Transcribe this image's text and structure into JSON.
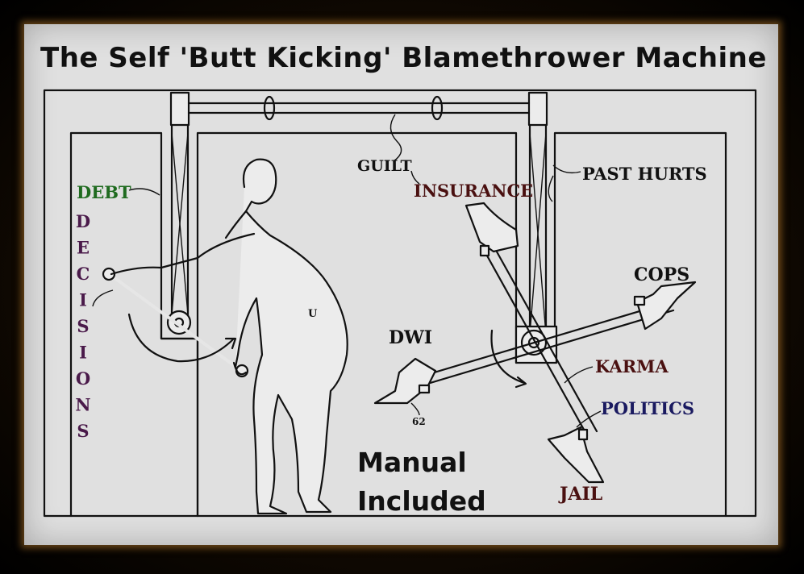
{
  "title": "The Self 'Butt Kicking' Blamethrower Machine",
  "labels": {
    "guilt": "GUILT",
    "insurance": "INSURANCE",
    "past_hurts": "PAST HURTS",
    "debt": "DEBT",
    "decisions": "DECISIONS",
    "cops": "COPS",
    "dwi": "DWI",
    "karma": "KARMA",
    "politics": "POLITICS",
    "jail": "JAIL",
    "ref_62": "62",
    "ref_u": "U"
  },
  "footer": {
    "line1": "Manual",
    "line2": "Included"
  },
  "colors": {
    "debt": "#1f6b1f",
    "decisions": "#4a1a4a",
    "insurance": "#4a1010",
    "karma": "#4a1010",
    "politics": "#1a1a60",
    "jail": "#4a1010",
    "frame_glow": "#b47828"
  }
}
